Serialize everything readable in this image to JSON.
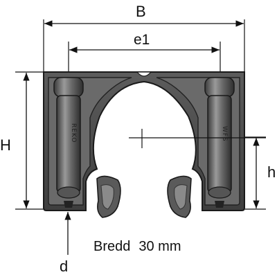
{
  "labels": {
    "B": "B",
    "e1": "e1",
    "H": "H",
    "h": "h",
    "d": "d"
  },
  "caption": {
    "word": "Bredd",
    "value": "30 mm"
  },
  "engravings": {
    "left": "REKO",
    "right": "WFS"
  },
  "colors": {
    "clamp_body": "#4a4a4a",
    "clamp_dark": "#262626",
    "clamp_light": "#8a8a8a",
    "line": "#111111"
  }
}
